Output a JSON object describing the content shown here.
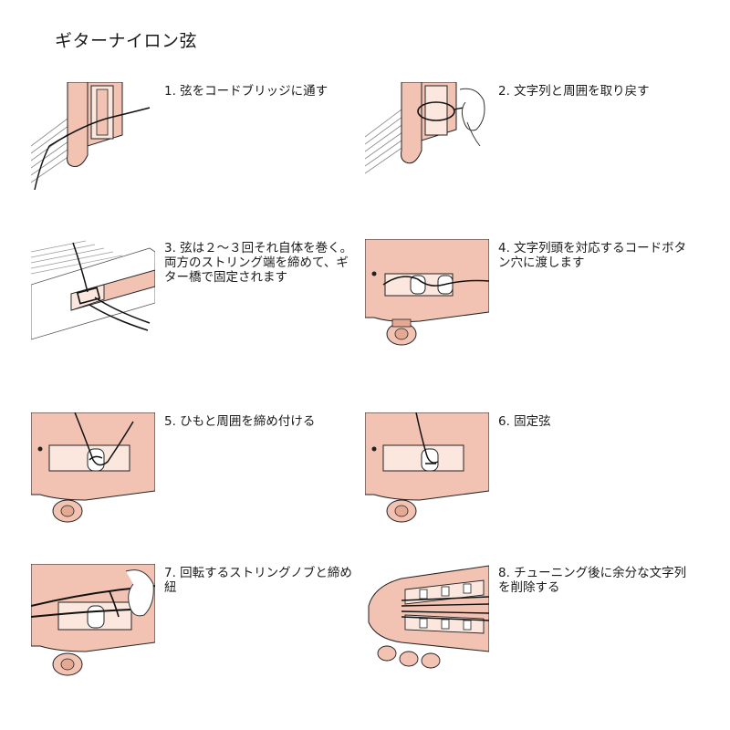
{
  "page": {
    "title": "ギターナイロン弦"
  },
  "steps": [
    {
      "caption": "1. 弦をコードブリッジに通す"
    },
    {
      "caption": "2. 文字列と周囲を取り戻す"
    },
    {
      "caption": "3. 弦は２～３回それ自体を巻く。両方のストリング端を締めて、ギター橋で固定されます"
    },
    {
      "caption": "4. 文字列頭を対応するコードボタン穴に渡します"
    },
    {
      "caption": "5. ひもと周囲を締め付ける"
    },
    {
      "caption": "6. 固定弦"
    },
    {
      "caption": "7. 回転するストリングノブと締め紐"
    },
    {
      "caption": "8. チューニング後に余分な文字列を削除する"
    }
  ],
  "colors": {
    "wood": "#f2c3b3",
    "wood_dark": "#e4a893",
    "saddle": "#fbe7de",
    "line": "#222222"
  }
}
